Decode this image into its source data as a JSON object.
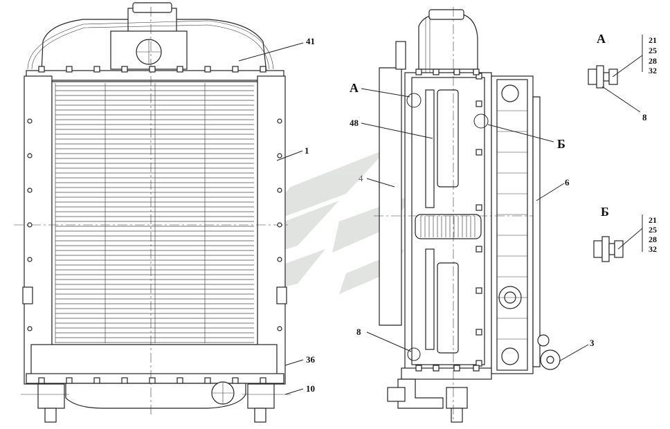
{
  "callouts": {
    "c41": "41",
    "c1": "1",
    "c36": "36",
    "c10": "10",
    "cA": "А",
    "c48": "48",
    "c4": "4",
    "cB": "Б",
    "c6": "6",
    "c8": "8",
    "c3": "3"
  },
  "detail_a": {
    "title": "А",
    "parts": [
      "21",
      "25",
      "28",
      "32"
    ],
    "extra": "8"
  },
  "detail_b": {
    "title": "Б",
    "parts": [
      "21",
      "25",
      "28",
      "32"
    ]
  },
  "colors": {
    "line": "#222222",
    "watermark": "#c8cdc8"
  }
}
